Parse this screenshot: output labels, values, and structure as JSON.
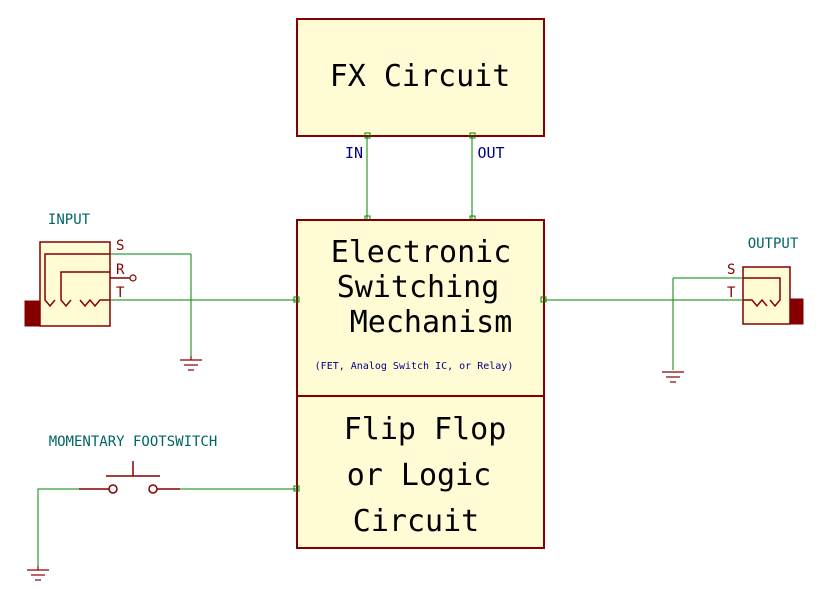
{
  "blocks": {
    "fx": {
      "title": "FX Circuit",
      "pin_in": "IN",
      "pin_out": "OUT"
    },
    "switching": {
      "line1": "Electronic",
      "line2": "Switching",
      "line3": "Mechanism",
      "note": "(FET, Analog Switch IC, or Relay)"
    },
    "logic": {
      "line1": "Flip Flop",
      "line2": "or Logic",
      "line3": "Circuit"
    }
  },
  "input_jack": {
    "label": "INPUT",
    "pins": [
      "S",
      "R",
      "T"
    ]
  },
  "output_jack": {
    "label": "OUTPUT",
    "pins": [
      "S",
      "T"
    ]
  },
  "footswitch": {
    "label": "MOMENTARY FOOTSWITCH"
  },
  "colors": {
    "wire": "#008400",
    "symbol": "#840000",
    "block_fill": "#fffbd4",
    "label": "#006464",
    "pin_text": "#000084"
  }
}
